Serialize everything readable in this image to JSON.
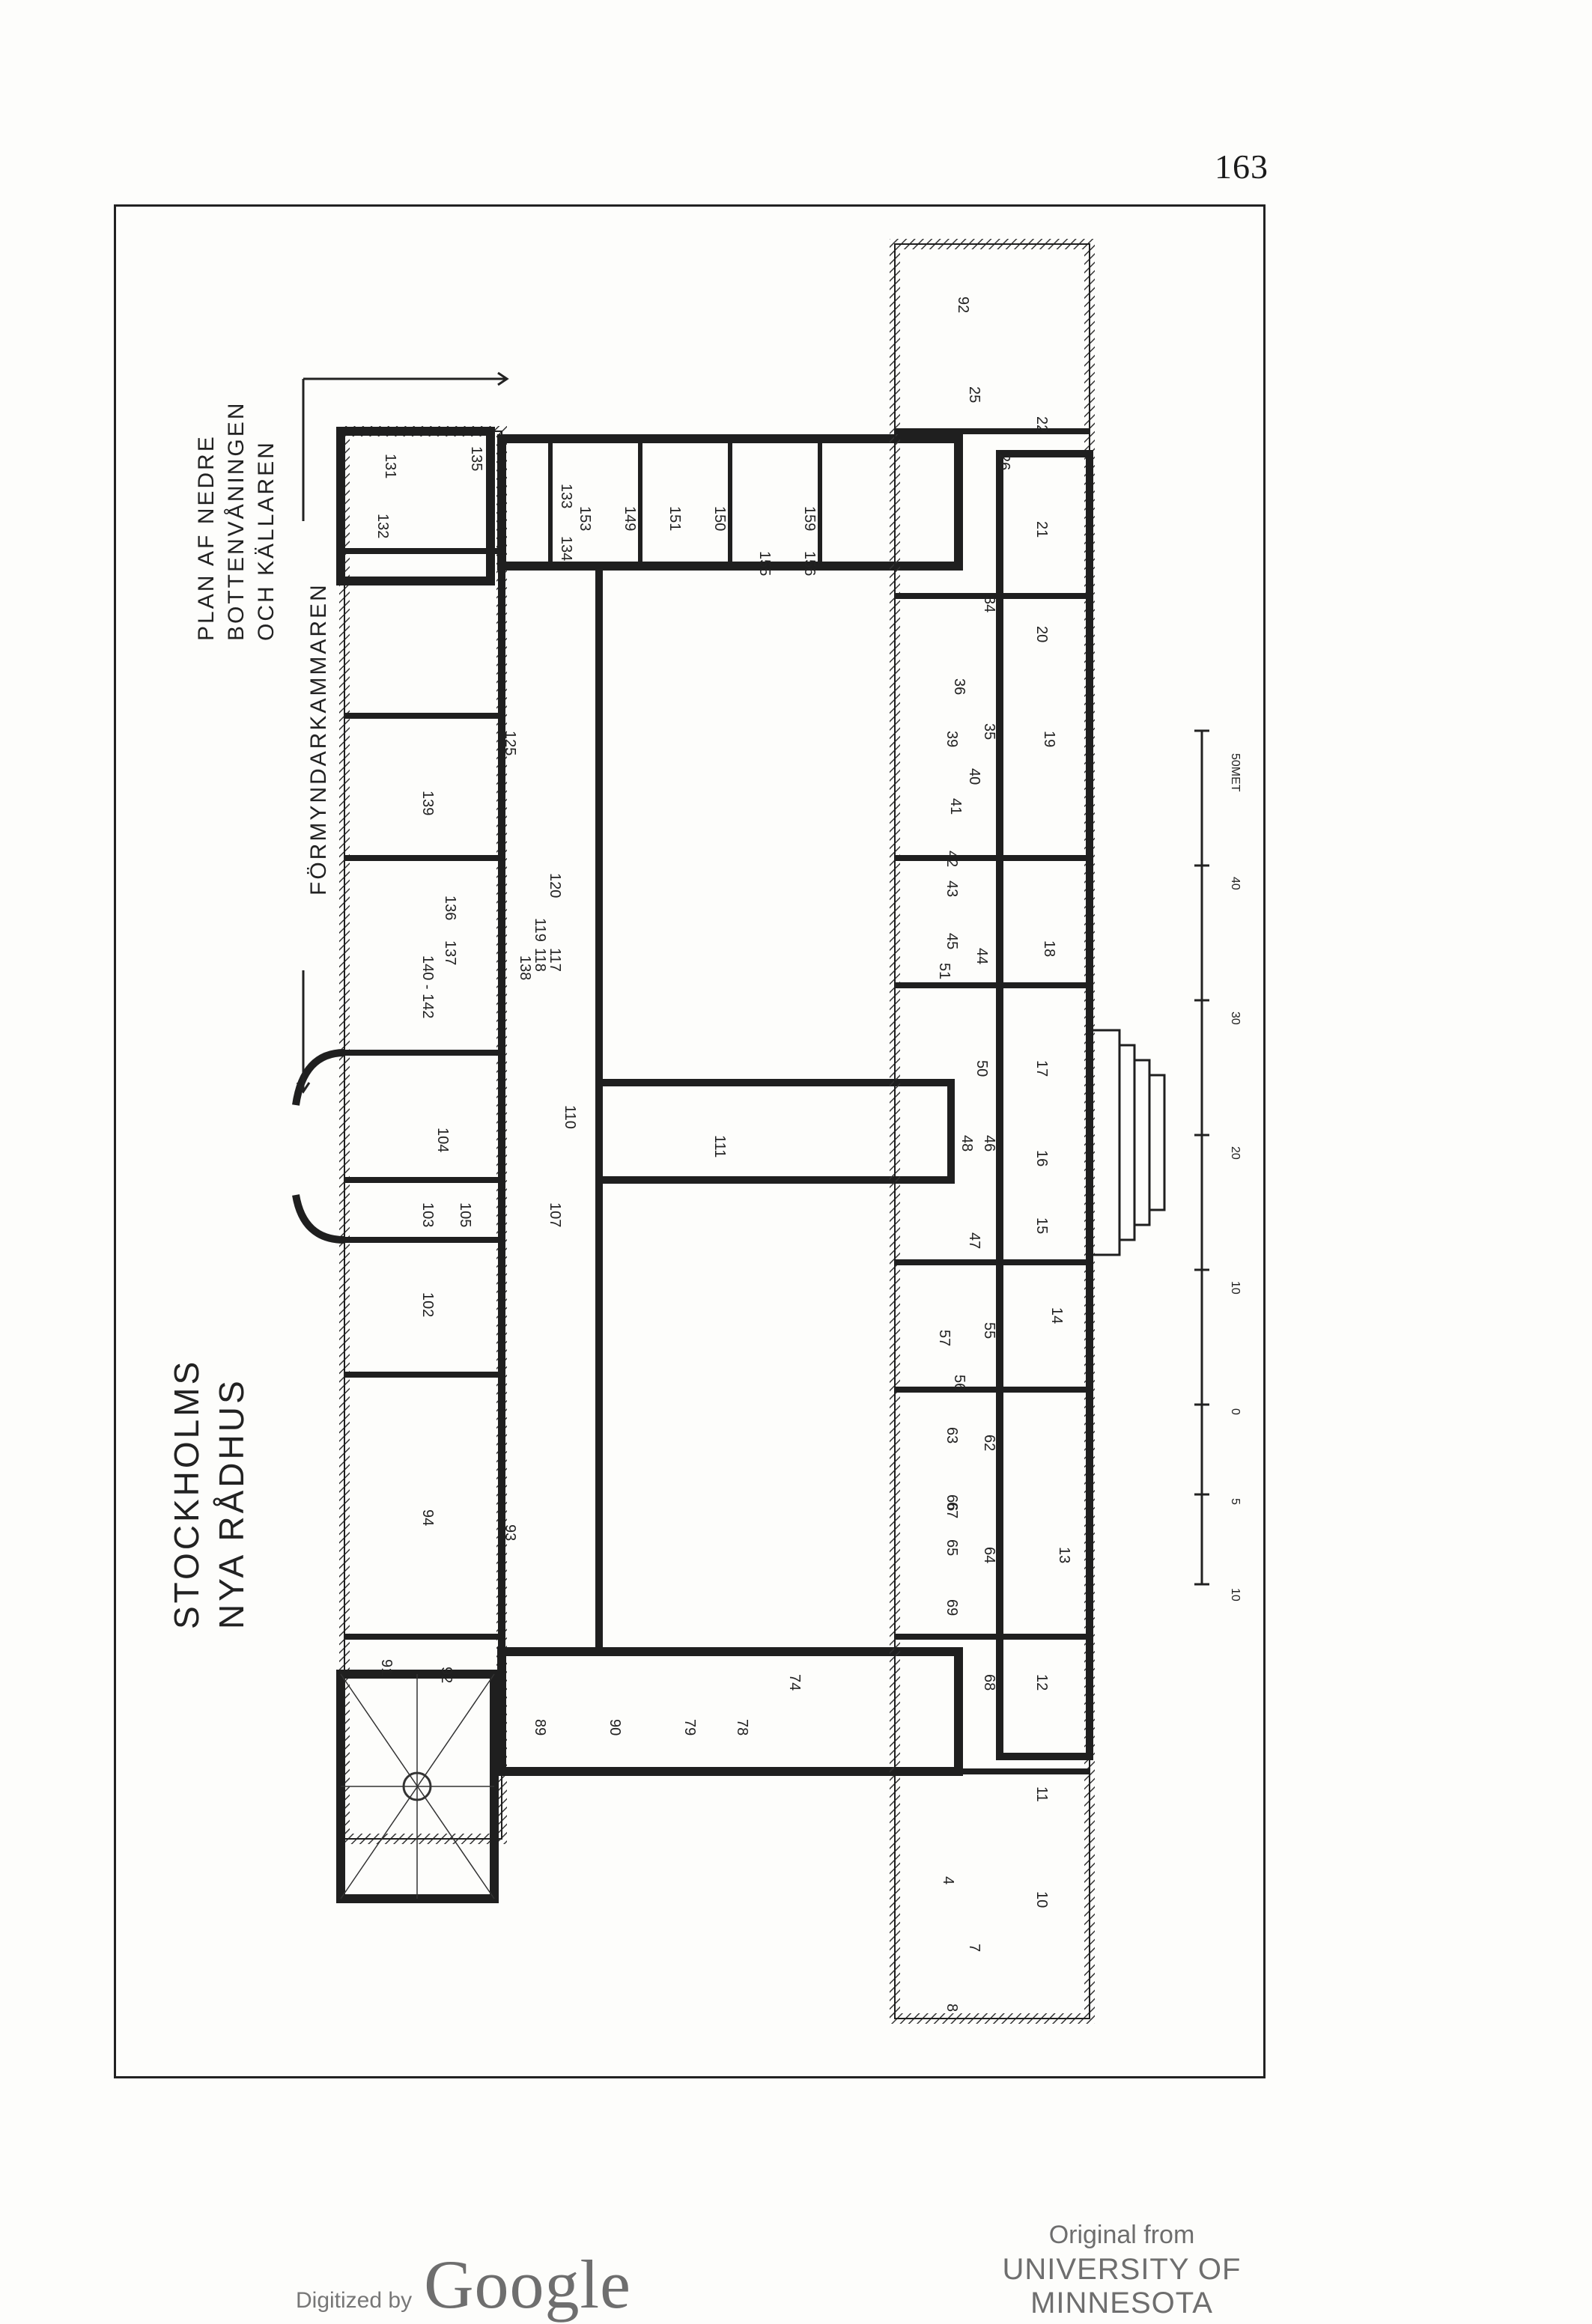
{
  "page_number": "163",
  "plan": {
    "title_line1": "STOCKHOLMS",
    "title_line2": "NYA RÅDHUS",
    "legend_line1": "PLAN AF NEDRE",
    "legend_line2": "BOTTENVÅNINGEN",
    "legend_line3": "OCH KÄLLAREN",
    "wing_label": "FÖRMYNDARKAMMAREN",
    "scale_unit": "50MET",
    "scale_ticks": [
      "10",
      "5",
      "0",
      "10",
      "20",
      "30",
      "40"
    ],
    "room_labels": [
      "131",
      "132",
      "133",
      "134",
      "135",
      "136",
      "137",
      "138",
      "139",
      "140 - 142",
      "102",
      "103",
      "104",
      "105",
      "94",
      "93",
      "91",
      "92",
      "89",
      "90",
      "79",
      "78",
      "74",
      "111",
      "107",
      "110",
      "117",
      "118",
      "119",
      "120",
      "125",
      "151",
      "149",
      "150",
      "153",
      "159",
      "156",
      "155",
      "92",
      "22",
      "21",
      "20",
      "19",
      "18",
      "17",
      "16",
      "15",
      "14",
      "13",
      "12",
      "11",
      "10",
      "8",
      "7",
      "4",
      "25",
      "26",
      "34",
      "35",
      "36",
      "39",
      "40",
      "41",
      "42",
      "43",
      "44",
      "45",
      "46",
      "47",
      "48",
      "50",
      "51",
      "55",
      "56",
      "57",
      "62",
      "63",
      "64",
      "65",
      "66",
      "67",
      "68",
      "69"
    ]
  },
  "footer": {
    "digitized_by": "Digitized by",
    "google": "Google",
    "original_from": "Original from",
    "university": "UNIVERSITY OF MINNESOTA"
  }
}
